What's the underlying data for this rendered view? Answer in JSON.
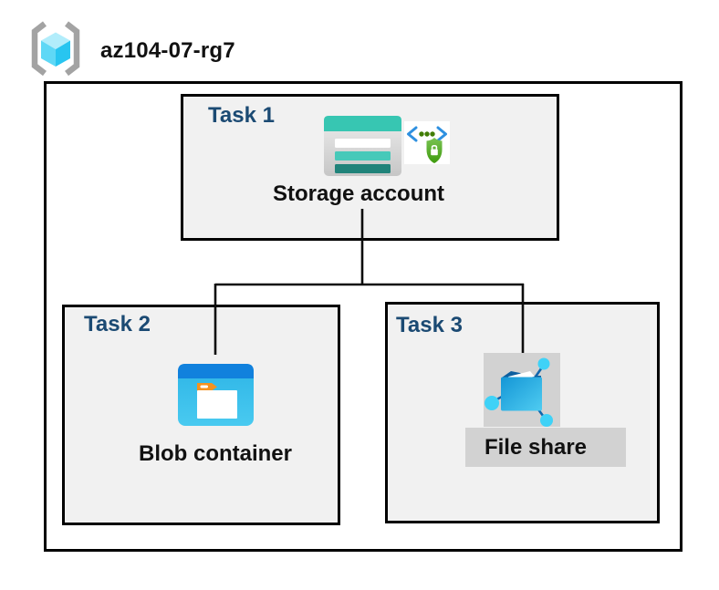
{
  "header": {
    "icon": "resource-group-icon",
    "resource_group_label": "az104-07-rg7"
  },
  "colors": {
    "task_title": "#1b4a73",
    "box_fill": "#f1f1f1",
    "box_border": "#000000",
    "connector": "#0d0d0d",
    "file_share_backdrop": "#d2d2d2",
    "rg_bracket_gray": "#a3a3a3",
    "rg_cube_cyan": "#2fc9f2",
    "storage_teal": "#37c6b2",
    "storage_teal_dark": "#20837a",
    "security_bracket_blue": "#2e90e0",
    "security_shield_green": "#4ca317",
    "blob_band_blue": "#1181dd",
    "blob_body_blue": "#35bdea",
    "blob_tab_orange": "#f5921e",
    "fileshare_folder_blue": "#1496d6",
    "fileshare_node_cyan": "#3fd2f7"
  },
  "tasks": [
    {
      "label": "Task 1",
      "item": "Storage account",
      "icons": [
        "storage-account-icon",
        "secure-access-icon"
      ]
    },
    {
      "label": "Task 2",
      "item": "Blob container",
      "icons": [
        "blob-container-icon"
      ]
    },
    {
      "label": "Task 3",
      "item": "File share",
      "icons": [
        "file-share-icon"
      ]
    }
  ]
}
